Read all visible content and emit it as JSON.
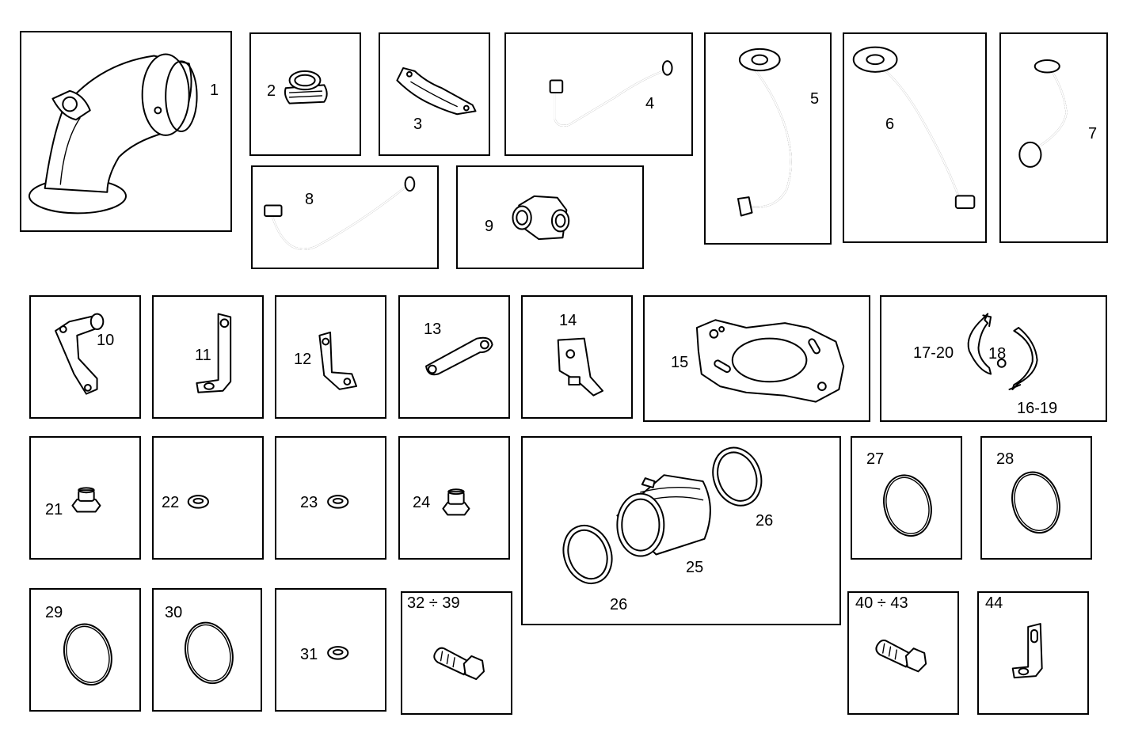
{
  "parts": [
    {
      "id": "p1",
      "label": "1"
    },
    {
      "id": "p2",
      "label": "2"
    },
    {
      "id": "p3",
      "label": "3"
    },
    {
      "id": "p4",
      "label": "4"
    },
    {
      "id": "p5",
      "label": "5"
    },
    {
      "id": "p6",
      "label": "6"
    },
    {
      "id": "p7",
      "label": "7"
    },
    {
      "id": "p8",
      "label": "8"
    },
    {
      "id": "p9",
      "label": "9"
    },
    {
      "id": "p10",
      "label": "10"
    },
    {
      "id": "p11",
      "label": "11"
    },
    {
      "id": "p12",
      "label": "12"
    },
    {
      "id": "p13",
      "label": "13"
    },
    {
      "id": "p14",
      "label": "14"
    },
    {
      "id": "p15",
      "label": "15"
    },
    {
      "id": "p16",
      "labels": [
        "17-20",
        "18",
        "16-19"
      ]
    },
    {
      "id": "p21",
      "label": "21"
    },
    {
      "id": "p22",
      "label": "22"
    },
    {
      "id": "p23",
      "label": "23"
    },
    {
      "id": "p24",
      "label": "24"
    },
    {
      "id": "p25",
      "labels": [
        "26",
        "25",
        "26"
      ]
    },
    {
      "id": "p27",
      "label": "27"
    },
    {
      "id": "p28",
      "label": "28"
    },
    {
      "id": "p29",
      "label": "29"
    },
    {
      "id": "p30",
      "label": "30"
    },
    {
      "id": "p31",
      "label": "31"
    },
    {
      "id": "p32",
      "label": "32 ÷ 39"
    },
    {
      "id": "p40",
      "label": "40 ÷ 43"
    },
    {
      "id": "p44",
      "label": "44"
    }
  ]
}
